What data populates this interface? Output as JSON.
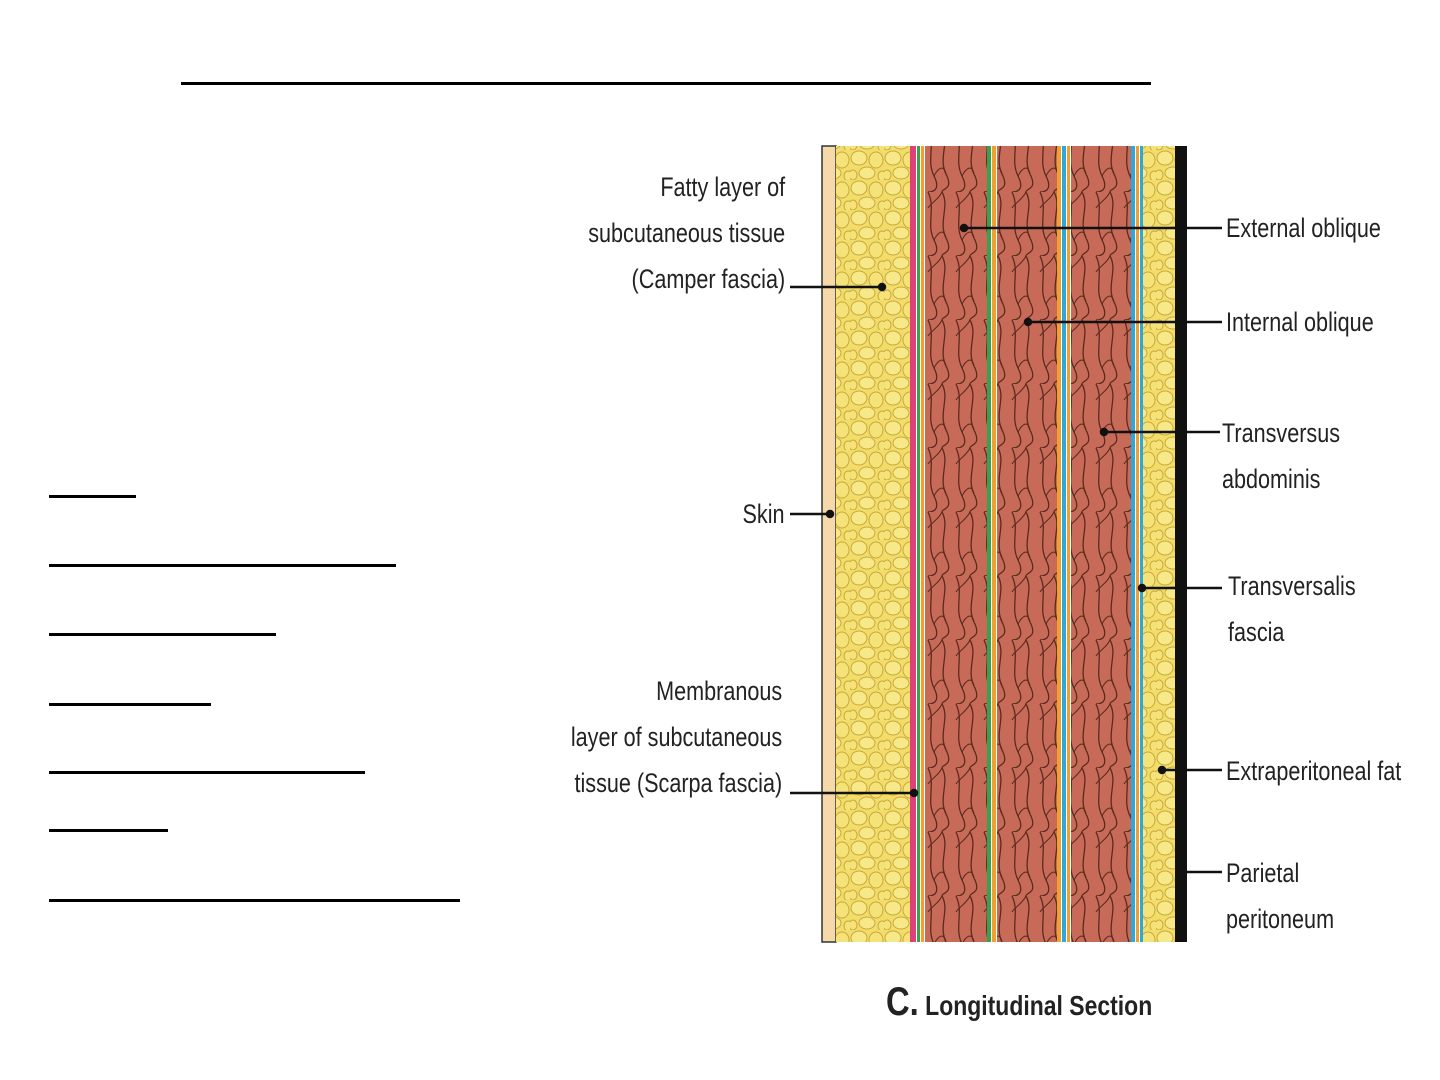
{
  "diagram": {
    "caption_letter": "C.",
    "caption_text": "Longitudinal Section",
    "labels_left": {
      "fatty": [
        "Fatty layer of",
        "subcutaneous tissue",
        "(Camper fascia)"
      ],
      "skin": [
        "Skin"
      ],
      "membranous": [
        "Membranous",
        "layer of subcutaneous",
        "tissue (Scarpa fascia)"
      ]
    },
    "labels_right": {
      "external_oblique": [
        "External oblique"
      ],
      "internal_oblique": [
        "Internal oblique"
      ],
      "transversus": [
        "Transversus",
        "abdominis"
      ],
      "transversalis": [
        "Transversalis",
        "fascia"
      ],
      "extraperitoneal": [
        "Extraperitoneal fat"
      ],
      "parietal": [
        "Parietal",
        "peritoneum"
      ]
    },
    "colors": {
      "skin": "#f5d9a8",
      "fat": "#f3dd6a",
      "muscle": "#c86a58",
      "fascia_pink": "#e0407a",
      "fascia_green": "#3aa04a",
      "fascia_orange": "#f0a030",
      "fascia_blue": "#2ea8d8",
      "peritoneum": "#111111"
    }
  }
}
